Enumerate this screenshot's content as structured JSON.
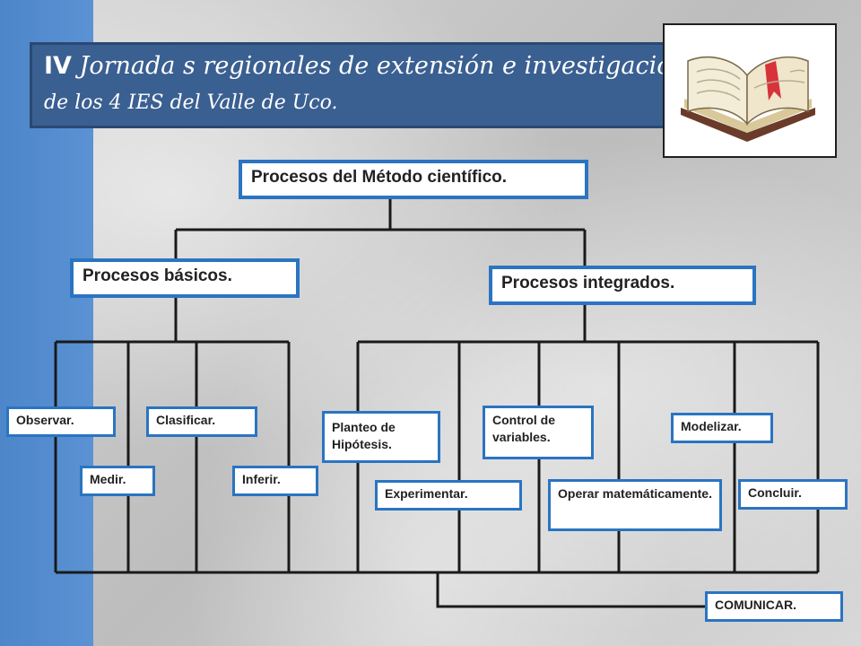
{
  "header": {
    "title_line1_prefix": "IV",
    "title_line1_rest": " Jornada s regionales  de extensión e investigación",
    "title_line2": "de los 4 IES del Valle de Uco.",
    "picture": "open-book-icon"
  },
  "diagram": {
    "root": "Procesos del Método científico.",
    "basic": {
      "label": "Procesos básicos.",
      "children": [
        "Observar.",
        "Medir.",
        "Clasificar.",
        "Inferir."
      ]
    },
    "integrated": {
      "label": "Procesos integrados.",
      "children": [
        "Planteo de Hipótesis.",
        "Experimentar.",
        "Control de variables.",
        "Operar matemáticamente.",
        "Modelizar.",
        "Concluir."
      ]
    },
    "final": "COMUNICAR."
  },
  "colors": {
    "sidebar": "#4d86c9",
    "title_box": "#3a5f91",
    "node_border": "#2a74c2",
    "connector": "#1a1a1a"
  }
}
